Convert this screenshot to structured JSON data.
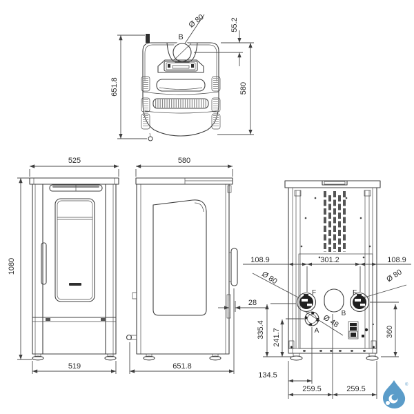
{
  "meta": {
    "background": "#ffffff",
    "line_color": "#3f3f3f",
    "text_color": "#2b2b2b",
    "logo_color": "#5b9cc9"
  },
  "top_view": {
    "overall_depth": "651.8",
    "body_depth": "580",
    "flue_offset": "55.2",
    "flue_point_label": "B",
    "flue_diameter": "Ø 80"
  },
  "front_view": {
    "top_width": "525",
    "overall_height": "1080",
    "base_width": "519"
  },
  "side_view": {
    "top_depth": "580",
    "overall_depth": "651.8",
    "handle_offset": "28"
  },
  "rear_view": {
    "left_offset": "108.9",
    "center_width": "301.2",
    "right_offset": "108.9",
    "left_duct_diameter": "Ø 80",
    "right_duct_diameter": "Ø 80",
    "fan_left_label": "F",
    "fan_right_label": "F",
    "flue_label": "B",
    "air_label": "A",
    "air_diameter": "Ø 48",
    "fan_center_height": "335.4",
    "air_center_height": "241.7",
    "fan_center_height_right": "360",
    "air_offset": "134.5",
    "spacing_left": "259.5",
    "spacing_right": "259.5"
  },
  "watermark": {
    "registered_symbol": "®"
  }
}
